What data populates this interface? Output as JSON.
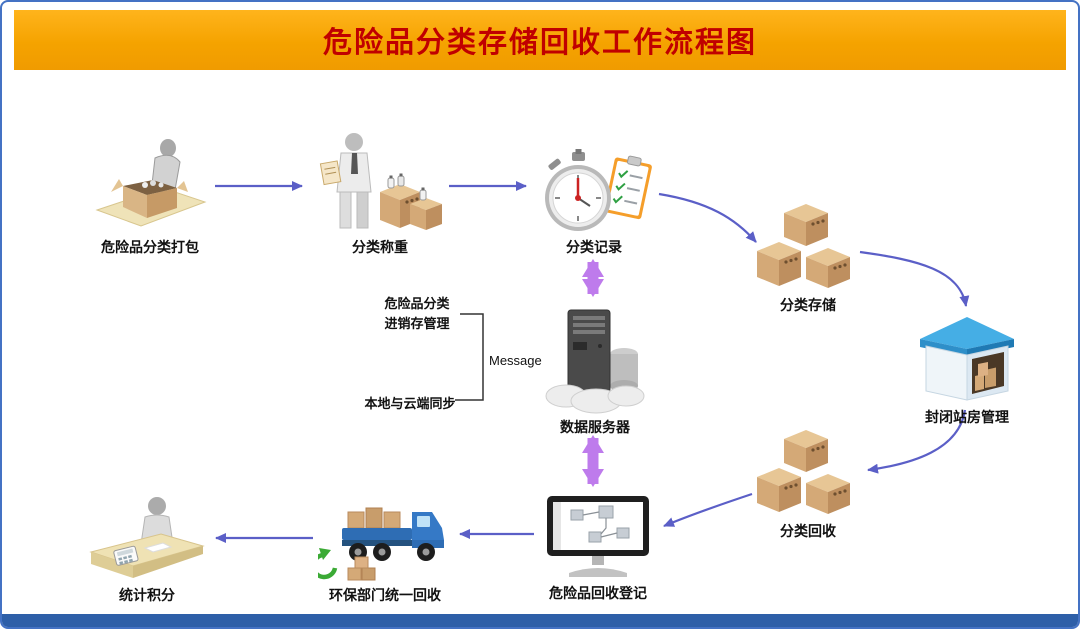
{
  "page": {
    "title": "危险品分类存储回收工作流程图"
  },
  "nodes": {
    "packing": {
      "label": "危险品分类打包"
    },
    "weighing": {
      "label": "分类称重"
    },
    "record": {
      "label": "分类记录"
    },
    "storage": {
      "label": "分类存储"
    },
    "station": {
      "label": "封闭站房管理"
    },
    "recycle": {
      "label": "分类回收"
    },
    "register": {
      "label": "危险品回收登记"
    },
    "truck": {
      "label": "环保部门统一回收"
    },
    "stats": {
      "label": "统计积分"
    },
    "server": {
      "label": "数据服务器"
    }
  },
  "annotations": {
    "inventory_line1": "危险品分类",
    "inventory_line2": "进销存管理",
    "sync": "本地与云端同步",
    "message": "Message"
  },
  "colors": {
    "header_bg": "#F5A300",
    "title_text": "#C00000",
    "border": "#4472C4",
    "bottom_bar": "#2E5FA8",
    "connector_arrow": "#5B5FC7",
    "sync_arrow": "#BE7BEC",
    "box_tan": "#D4A977",
    "roof_blue": "#45AEE5",
    "truck_blue": "#2E6DB4",
    "recycle_green": "#3BAA35"
  }
}
